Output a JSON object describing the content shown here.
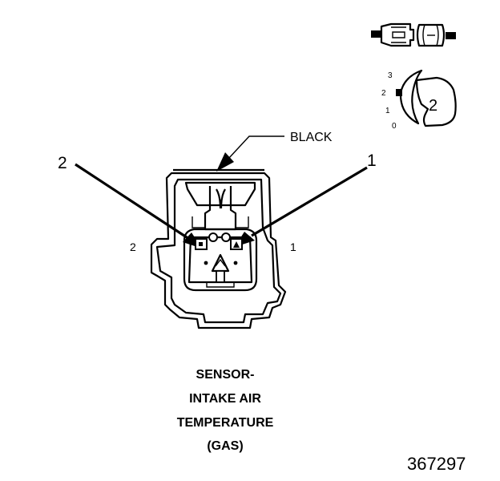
{
  "diagram": {
    "wire_color_label": "BLACK",
    "callouts": [
      {
        "number": "2"
      },
      {
        "number": "1"
      }
    ],
    "cavity_labels": {
      "left": "2",
      "right": "1"
    },
    "position_scale": {
      "values": [
        "3",
        "2",
        "1",
        "0"
      ],
      "selected": "2"
    },
    "caption_lines": [
      "SENSOR-",
      "INTAKE AIR",
      "TEMPERATURE",
      "(GAS)"
    ],
    "figure_number": "367297"
  }
}
